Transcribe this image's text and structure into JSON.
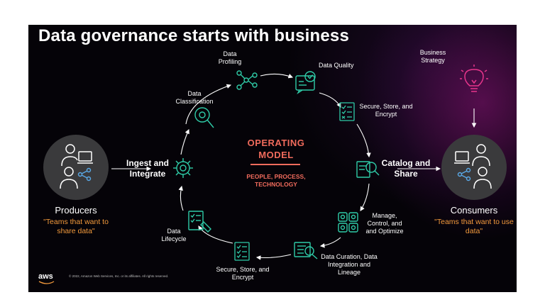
{
  "title": "Data governance starts with business",
  "center": {
    "title": "OPERATING MODEL",
    "subtitle": "PEOPLE, PROCESS, TECHNOLOGY"
  },
  "nodes": {
    "profiling": "Data Profiling",
    "quality": "Data Quality",
    "secure_top": "Secure, Store, and Encrypt",
    "catalog": "Catalog and Share",
    "manage": "Manage, Control, and and Optimize",
    "curation": "Data Curation, Data Integration and Lineage",
    "secure_bottom": "Secure, Store, and Encrypt",
    "lifecycle": "Data Lifecycle",
    "ingest": "Ingest and Integrate",
    "classification": "Data Classification"
  },
  "producers": {
    "name": "Producers",
    "quote": "\"Teams that want to share data\""
  },
  "consumers": {
    "name": "Consumers",
    "quote": "\"Teams that want to use data\""
  },
  "strategy": "Business Strategy",
  "footer": {
    "brand": "aws",
    "copyright": "© 2022, Amazon Web Services, Inc. or its affiliates. All rights reserved."
  },
  "colors": {
    "background": "#050308",
    "accent": "#f06b5c",
    "quote": "#f39a3c",
    "icon_green": "#2fcca8",
    "bulb": "#e8358c"
  }
}
